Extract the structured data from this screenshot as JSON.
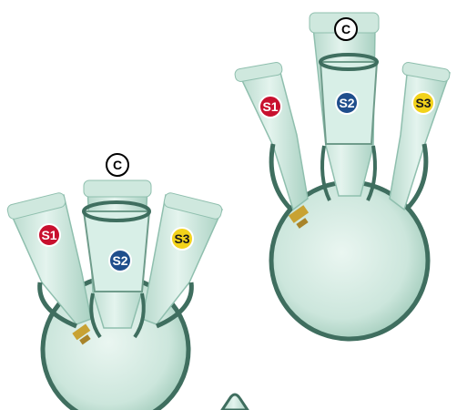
{
  "colors": {
    "background": "#ffffff",
    "glass_light": "#d3ece3",
    "glass_mid": "#b7d9cc",
    "glass_dark": "#8fbfae",
    "rim": "#3f6e5f",
    "label_red": "#c8102e",
    "label_blue": "#1f4e8c",
    "label_yellow": "#f2d21b",
    "label_c": "#000000",
    "clip": "#c8a233"
  },
  "flask_left": {
    "center_label": "C",
    "side_left_label": "S1",
    "center_socket_label": "S2",
    "side_right_label": "S3"
  },
  "flask_right": {
    "center_label": "C",
    "side_left_label": "S1",
    "center_socket_label": "S2",
    "side_right_label": "S3"
  },
  "icons": [
    "flask-left-illustration",
    "flask-right-illustration",
    "partial-flask-neck-illustration"
  ]
}
